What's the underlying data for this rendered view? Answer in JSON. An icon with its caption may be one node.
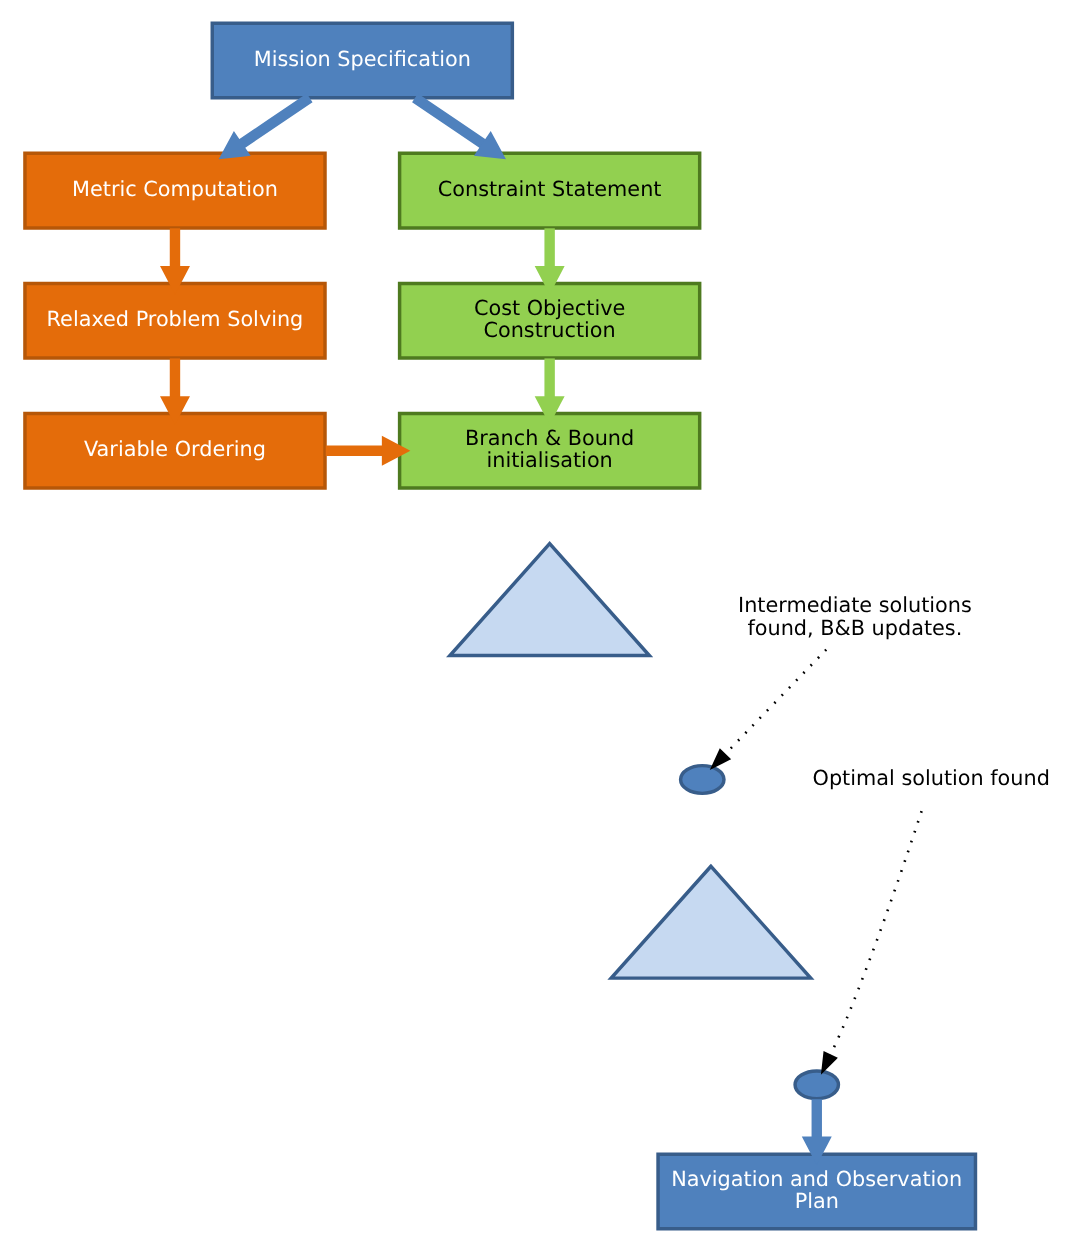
{
  "diagram": {
    "nodes": [
      {
        "text": [
          "Mission Specification"
        ]
      },
      {
        "text": [
          "Metric Computation"
        ]
      },
      {
        "text": [
          "Relaxed Problem Solving"
        ]
      },
      {
        "text": [
          "Variable Ordering"
        ]
      },
      {
        "text": [
          "Constraint Statement"
        ]
      },
      {
        "text": [
          "Cost Objective Construction"
        ]
      },
      {
        "text": [
          "Branch & Bound initialisation"
        ]
      },
      {
        "text": [
          "Intermediate solutions found, B&B updates."
        ]
      },
      {
        "text": [
          "Optimal solution found"
        ]
      },
      {
        "text": [],
        "shape": "triangle"
      },
      {
        "text": [],
        "shape": "triangle"
      },
      {
        "text": [],
        "shape": "ellipse"
      },
      {
        "text": [],
        "shape": "ellipse"
      },
      {
        "text": [
          "Navigation and Observation Plan"
        ]
      }
    ],
    "edges": [
      {
        "from": 0,
        "to": 1,
        "arrow": "to",
        "color": "#4f81bd"
      },
      {
        "from": 0,
        "to": 4,
        "arrow": "to",
        "color": "#4f81bd"
      },
      {
        "from": 1,
        "to": 2,
        "arrow": "to",
        "color": "#e46c0a"
      },
      {
        "from": 2,
        "to": 3,
        "arrow": "to",
        "color": "#e46c0a"
      },
      {
        "from": 3,
        "to": 6,
        "arrow": "to",
        "color": "#e46c0a"
      },
      {
        "from": 4,
        "to": 5,
        "arrow": "to",
        "color": "#92d050"
      },
      {
        "from": 5,
        "to": 6,
        "arrow": "to",
        "color": "#92d050"
      },
      {
        "from": 7,
        "to": 11,
        "arrow": "to",
        "style": "dashed",
        "color": "#000000"
      },
      {
        "from": 8,
        "to": 12,
        "arrow": "to",
        "style": "dashed",
        "color": "#000000"
      },
      {
        "from": 12,
        "to": 13,
        "arrow": "to",
        "color": "#4f81bd"
      }
    ]
  }
}
